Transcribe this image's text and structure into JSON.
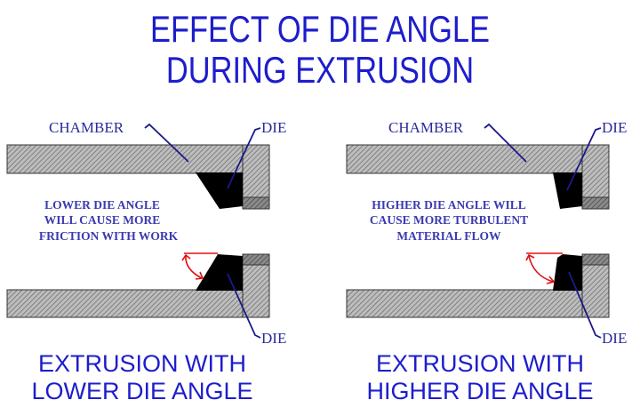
{
  "title": {
    "line1": "EFFECT OF DIE ANGLE",
    "line2": "DURING EXTRUSION"
  },
  "panels": [
    {
      "chamber_label": "CHAMBER",
      "die_label_top": "DIE",
      "die_label_bottom": "DIE",
      "note": [
        "LOWER DIE ANGLE",
        "WILL CAUSE MORE",
        "FRICTION WITH WORK"
      ],
      "caption": [
        "EXTRUSION WITH",
        "LOWER DIE ANGLE"
      ]
    },
    {
      "chamber_label": "CHAMBER",
      "die_label_top": "DIE",
      "die_label_bottom": "DIE",
      "note": [
        "HIGHER DIE ANGLE WILL",
        "CAUSE MORE TURBULENT",
        "MATERIAL FLOW"
      ],
      "caption": [
        "EXTRUSION WITH",
        "HIGHER DIE ANGLE"
      ]
    }
  ],
  "colors": {
    "text": "#1d1dcc",
    "angle": "#e01010",
    "die": "#000000"
  }
}
